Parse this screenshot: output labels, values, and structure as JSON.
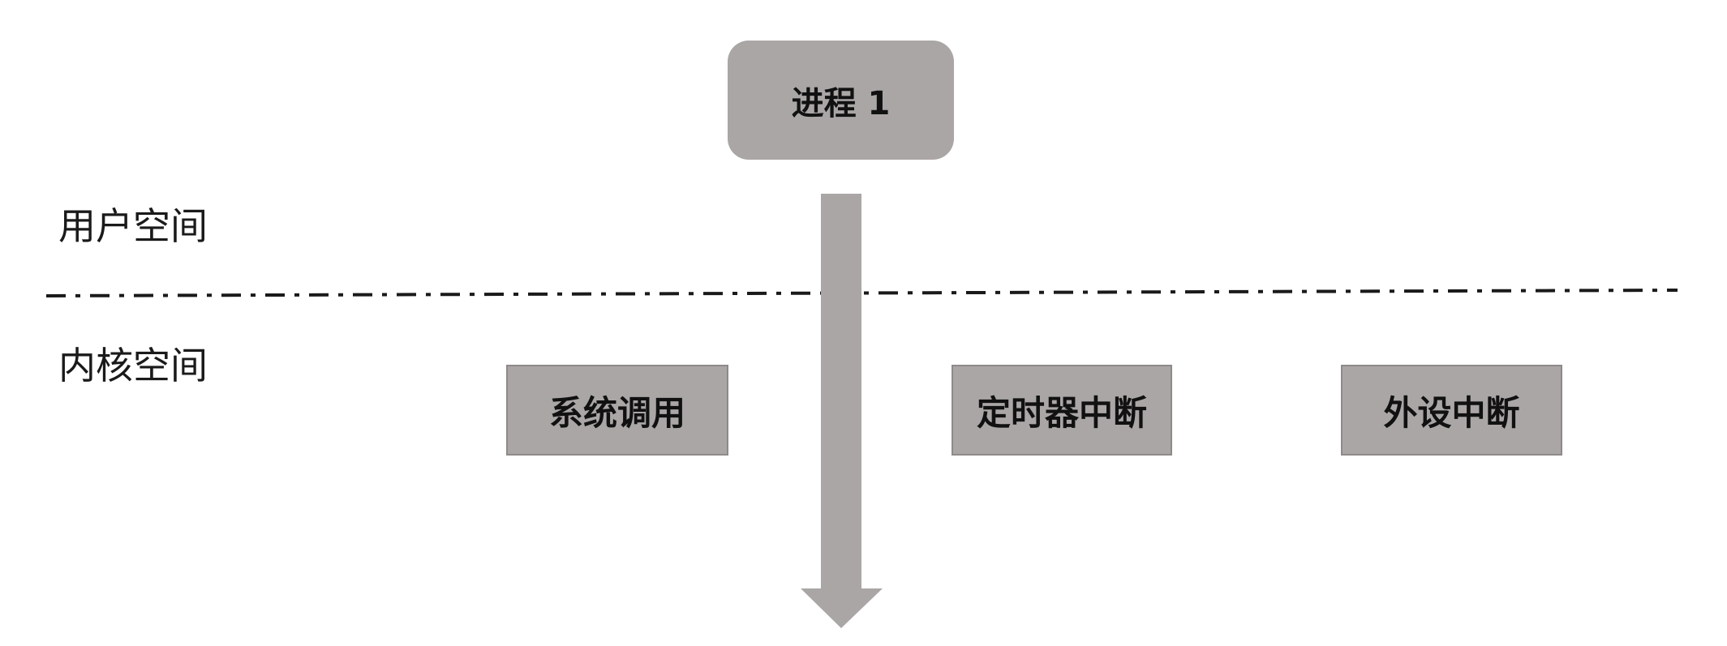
{
  "diagram": {
    "process_label": "进程 1",
    "user_space_label": "用户空间",
    "kernel_space_label": "内核空间",
    "events": [
      {
        "label": "系统调用"
      },
      {
        "label": "定时器中断"
      },
      {
        "label": "外设中断"
      }
    ]
  },
  "colors": {
    "box_fill": "#aba6a6",
    "box_border": "#8f8a8a",
    "arrow_fill": "#aba6a6",
    "boundary_line": "#1a1a1a",
    "text": "#111111"
  }
}
